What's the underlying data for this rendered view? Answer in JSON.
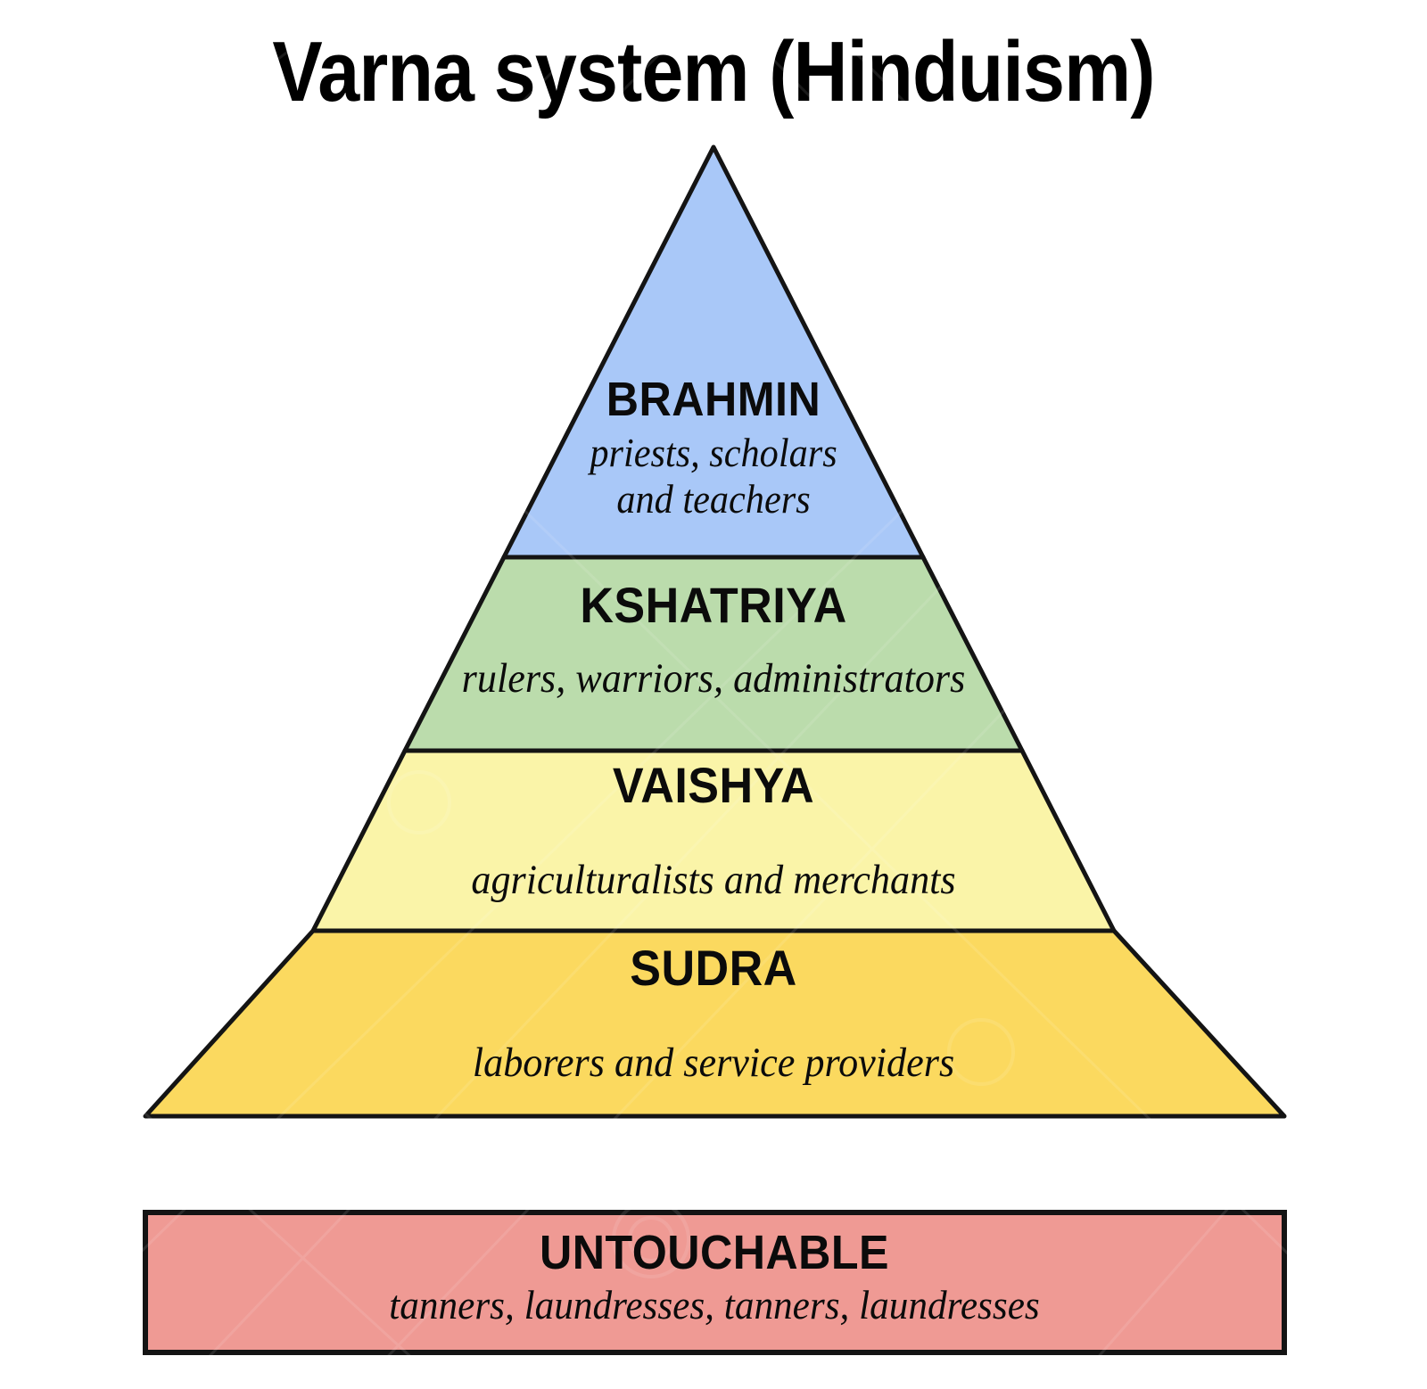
{
  "title": "Varna system (Hinduism)",
  "diagram": {
    "type": "pyramid-hierarchy",
    "orientation": "top-is-highest-rank",
    "tier_count": 5,
    "separate_bottom_block": true
  },
  "tiers": [
    {
      "id": "brahmin",
      "rank": 1,
      "name": "BRAHMIN",
      "description": "priests, scholars\nand teachers",
      "description_line1": "priests, scholars",
      "description_line2": "and teachers",
      "color": "#A9C8F8",
      "shape": "triangle-apex",
      "in_pyramid": true
    },
    {
      "id": "kshatriya",
      "rank": 2,
      "name": "KSHATRIYA",
      "description": "rulers, warriors, administrators",
      "color": "#BBDCAC",
      "shape": "trapezoid",
      "in_pyramid": true
    },
    {
      "id": "vaishya",
      "rank": 3,
      "name": "VAISHYA",
      "description": "agriculturalists and merchants",
      "color": "#FAF4A8",
      "shape": "trapezoid",
      "in_pyramid": true
    },
    {
      "id": "sudra",
      "rank": 4,
      "name": "SUDRA",
      "description": "laborers and service providers",
      "color": "#FBD95F",
      "shape": "trapezoid",
      "in_pyramid": true
    },
    {
      "id": "untouchable",
      "rank": 5,
      "name": "UNTOUCHABLE",
      "description": "tanners, laundresses, tanners, laundresses",
      "color": "#EF9A94",
      "shape": "rectangle",
      "in_pyramid": false
    }
  ],
  "colors": {
    "background": "#ffffff",
    "outline": "#141414",
    "text": "#0b0b0b",
    "brahmin": "#A9C8F8",
    "kshatriya": "#BBDCAC",
    "vaishya": "#FAF4A8",
    "sudra": "#FBD95F",
    "untouchable": "#EF9A94"
  }
}
